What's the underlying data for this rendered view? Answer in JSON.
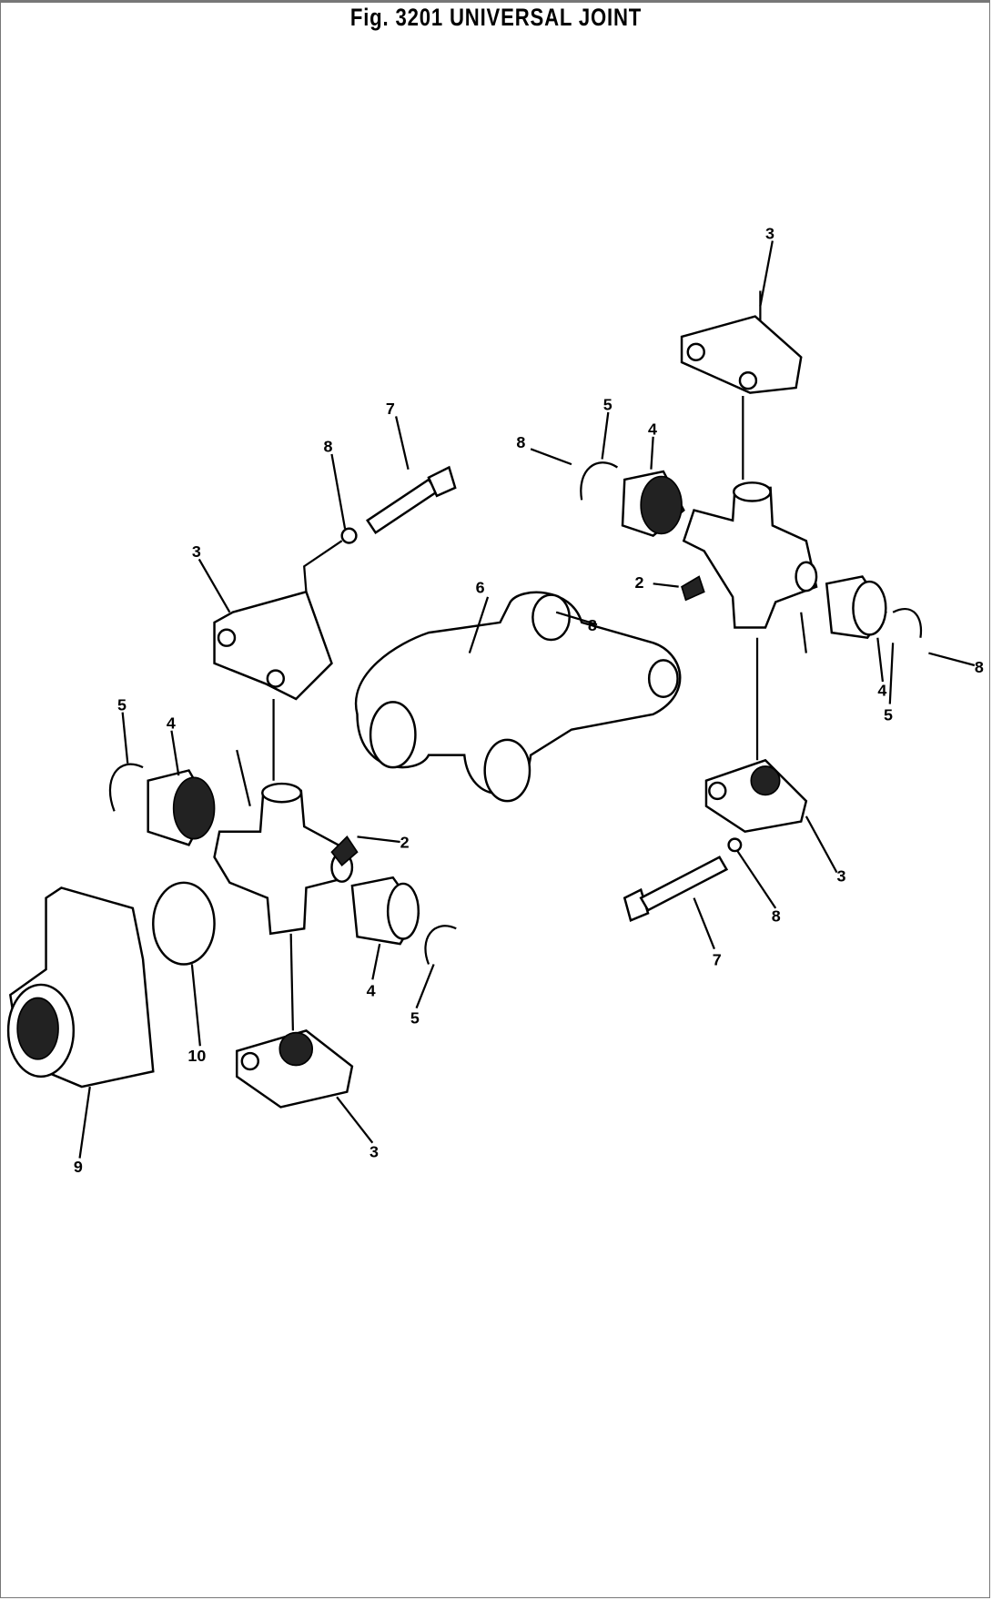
{
  "title": "Fig. 3201  UNIVERSAL JOINT",
  "callouts": [
    "3",
    "3",
    "3",
    "3",
    "5",
    "4",
    "8",
    "8",
    "4",
    "5",
    "2",
    "6",
    "8",
    "7",
    "8",
    "5",
    "4",
    "2",
    "4",
    "5",
    "10",
    "9",
    "7",
    "8"
  ]
}
